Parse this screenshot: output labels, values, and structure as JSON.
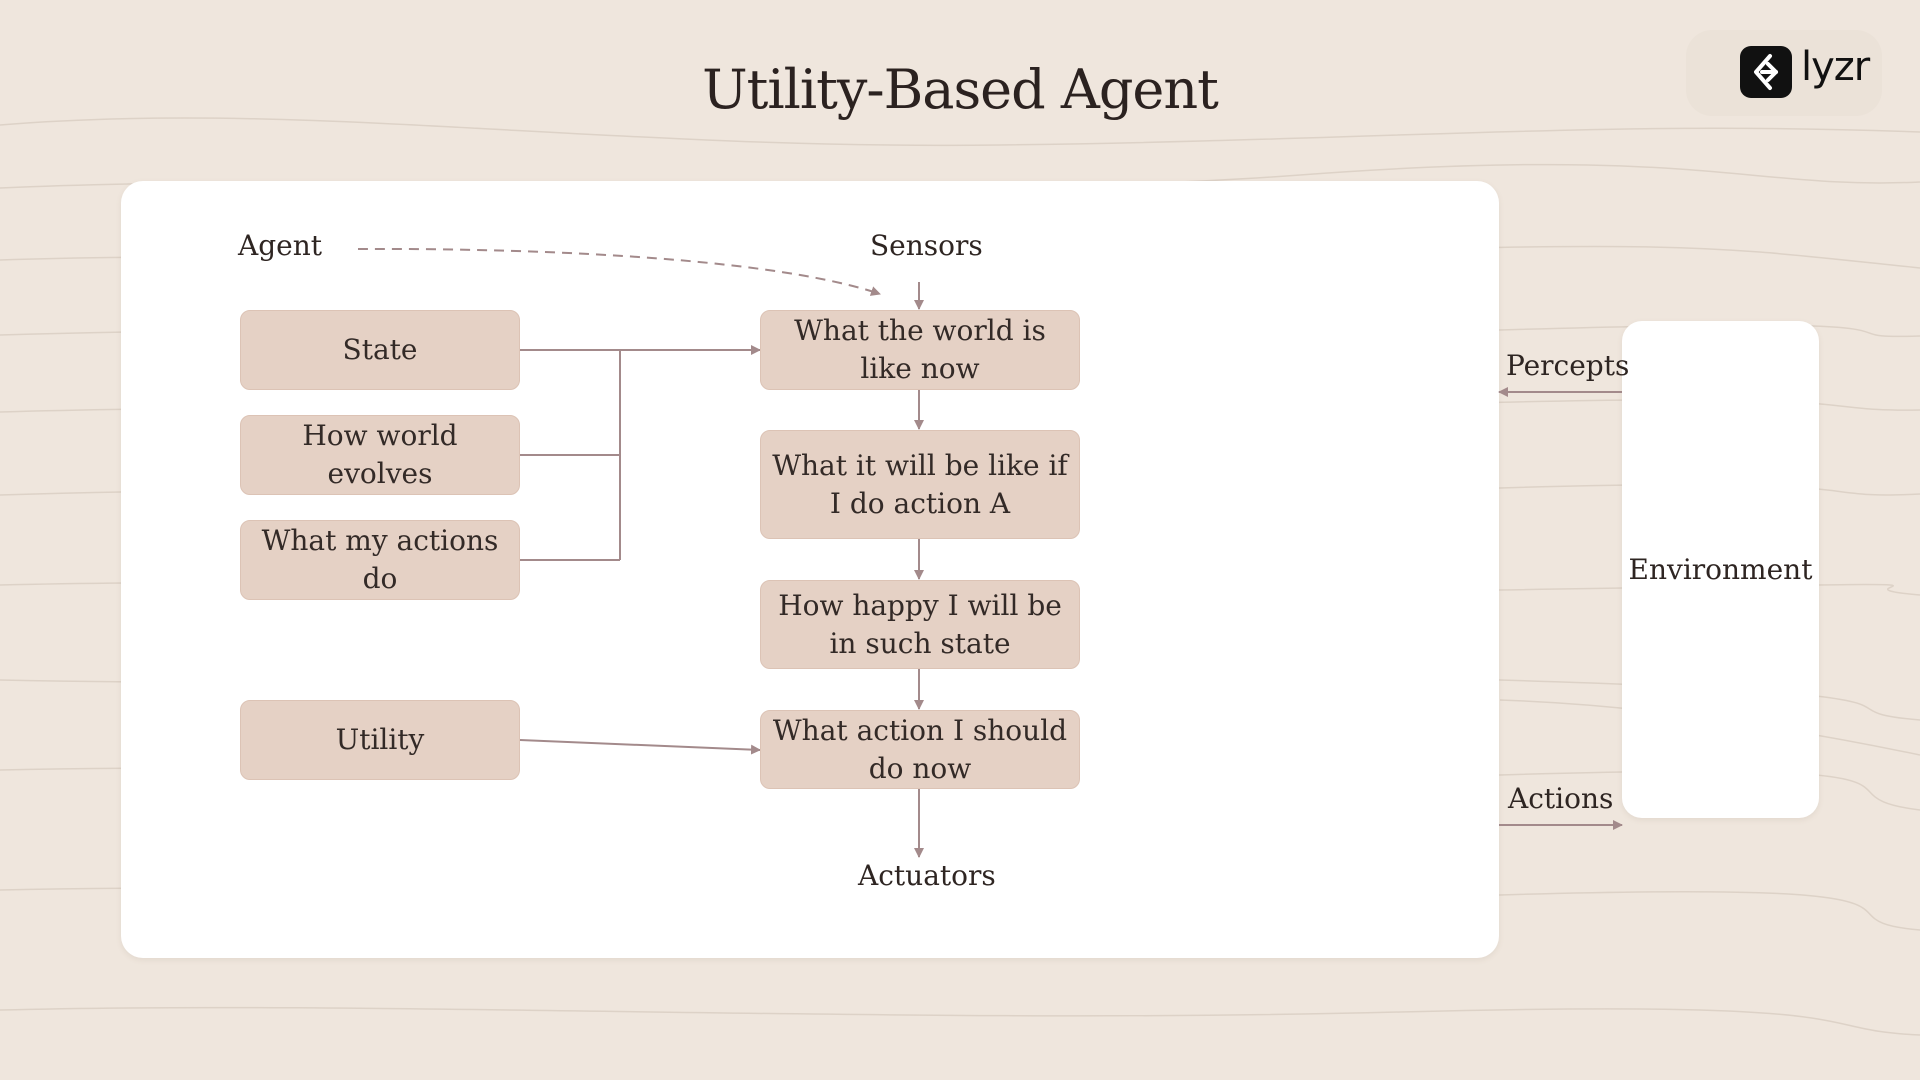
{
  "title": "Utility-Based Agent",
  "brand": {
    "name": "lyzr",
    "icon": "lyzr-logo-icon"
  },
  "labels": {
    "agent": "Agent",
    "sensors": "Sensors",
    "actuators": "Actuators",
    "percepts": "Percepts",
    "actions": "Actions",
    "environment": "Environment"
  },
  "left_boxes": {
    "state": "State",
    "how_world_evolves": "How world evolves",
    "what_my_actions_do": "What my actions do",
    "utility": "Utility"
  },
  "center_boxes": {
    "world_now": "What the world is like now",
    "if_action_a": "What it will be like if I do action A",
    "how_happy": "How happy I will be in such state",
    "action_now": "What action I should do now"
  },
  "colors": {
    "background": "#efe6dd",
    "card": "#ffffff",
    "box_fill": "#e5d1c5",
    "box_border": "#dcc3b5",
    "arrow": "#a38a8b",
    "text": "#2e2522"
  }
}
